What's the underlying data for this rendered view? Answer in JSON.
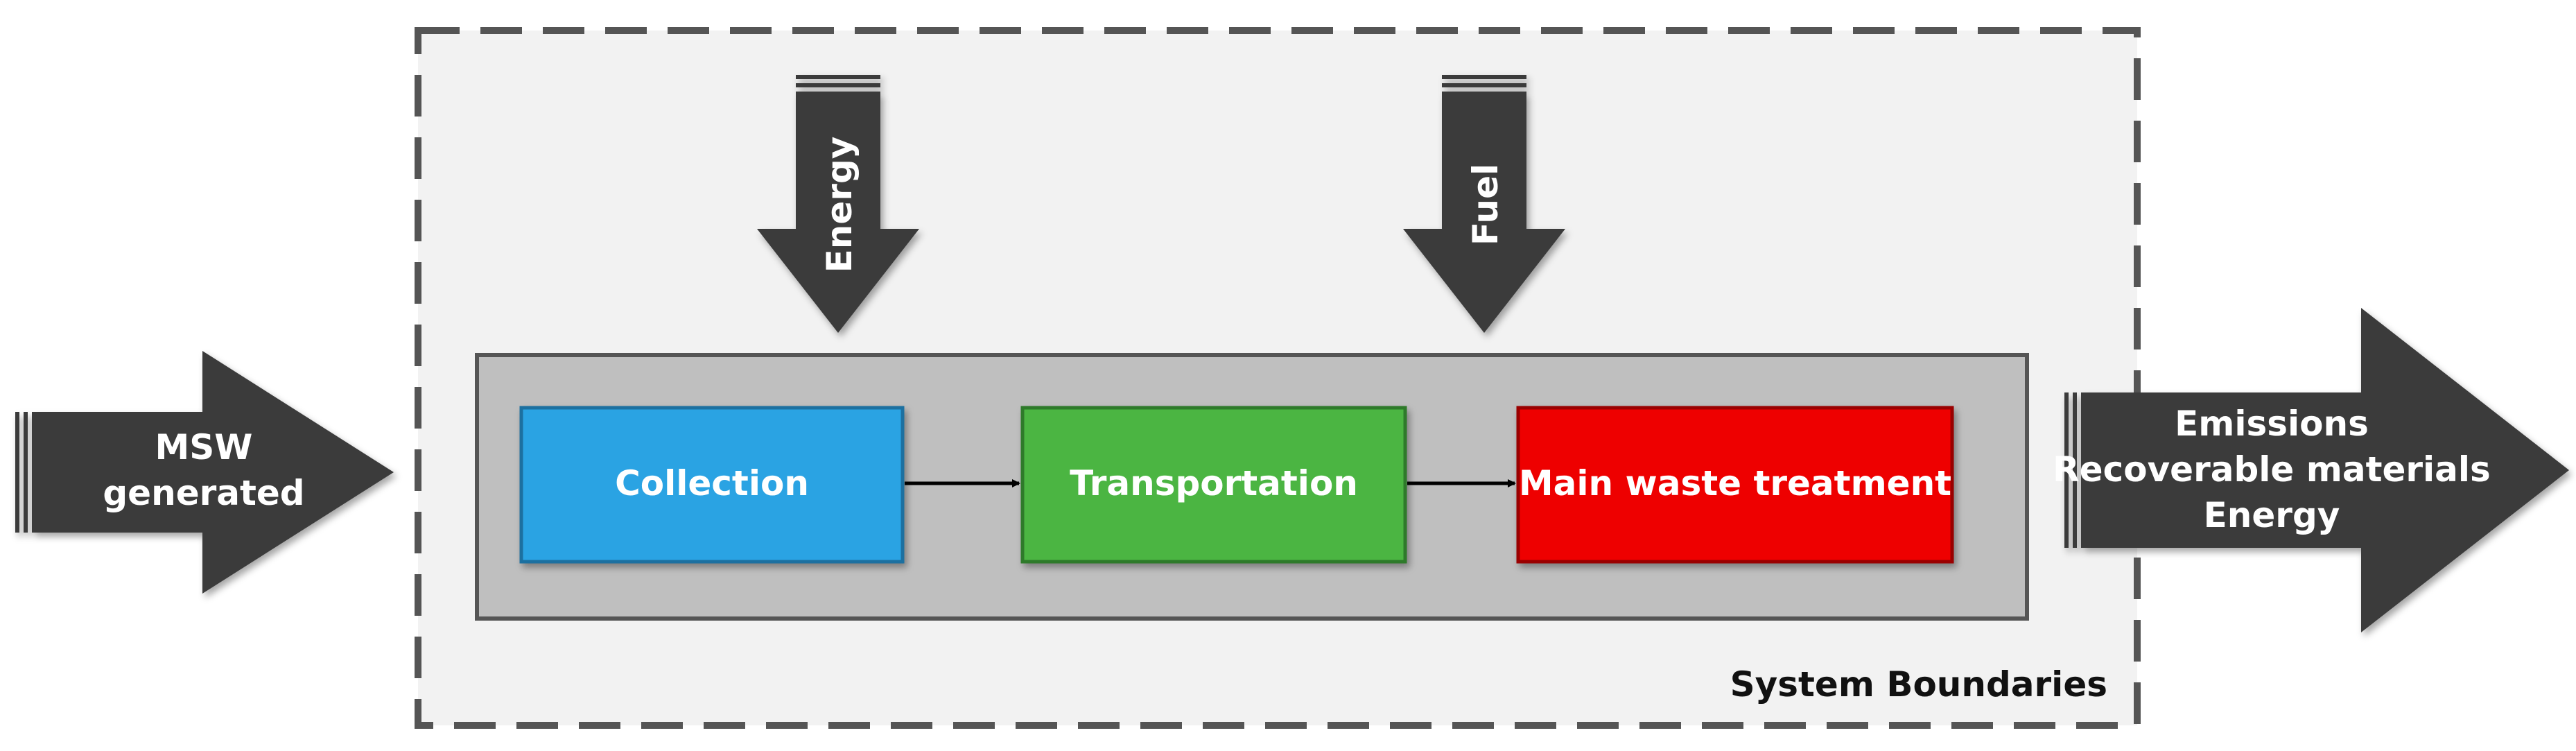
{
  "system_boundary": {
    "label": "System Boundaries"
  },
  "input": {
    "line1": "MSW",
    "line2": "generated"
  },
  "inputs_top": {
    "energy": "Energy",
    "fuel": "Fuel"
  },
  "processes": {
    "collection": "Collection",
    "transportation": "Transportation",
    "treatment": "Main waste treatment"
  },
  "output": {
    "line1": "Emissions",
    "line2": "Recoverable materials",
    "line3": "Energy"
  },
  "colors": {
    "arrow": "#3a3a3a",
    "collection": "#2aa3e3",
    "transportation": "#4bb543",
    "treatment": "#ee0000",
    "boundary_fill": "#f2f2f2",
    "inner_panel": "#bfbfbf"
  }
}
